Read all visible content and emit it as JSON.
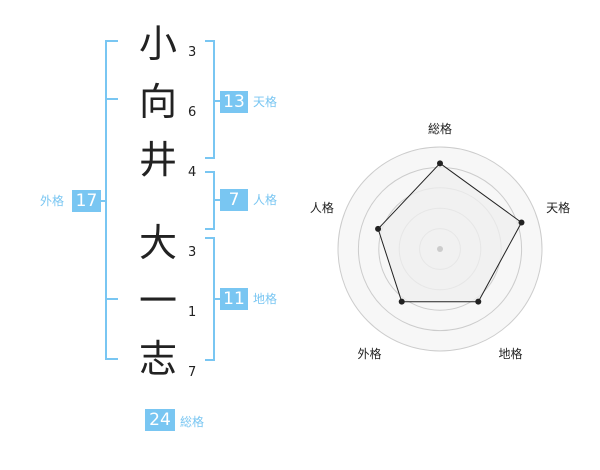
{
  "name": {
    "characters": [
      {
        "char": "小",
        "strokes": "3"
      },
      {
        "char": "向",
        "strokes": "6"
      },
      {
        "char": "井",
        "strokes": "4"
      },
      {
        "char": "大",
        "strokes": "3"
      },
      {
        "char": "一",
        "strokes": "1"
      },
      {
        "char": "志",
        "strokes": "7"
      }
    ]
  },
  "fortunes": {
    "tenkaku": {
      "value": "13",
      "label": "天格"
    },
    "jinkaku": {
      "value": "7",
      "label": "人格"
    },
    "chikaku": {
      "value": "11",
      "label": "地格"
    },
    "gaikaku": {
      "value": "17",
      "label": "外格"
    },
    "soukaku": {
      "value": "24",
      "label": "総格"
    }
  },
  "radar": {
    "axes": [
      "総格",
      "天格",
      "地格",
      "外格",
      "人格"
    ],
    "values": [
      1.0,
      1.0,
      0.76,
      0.76,
      0.76
    ],
    "levels": 5
  },
  "colors": {
    "accent": "#79c6f2",
    "text": "#222222",
    "radar_fill": "#efefef",
    "radar_ring": "#cccccc",
    "radar_line": "#222222"
  }
}
